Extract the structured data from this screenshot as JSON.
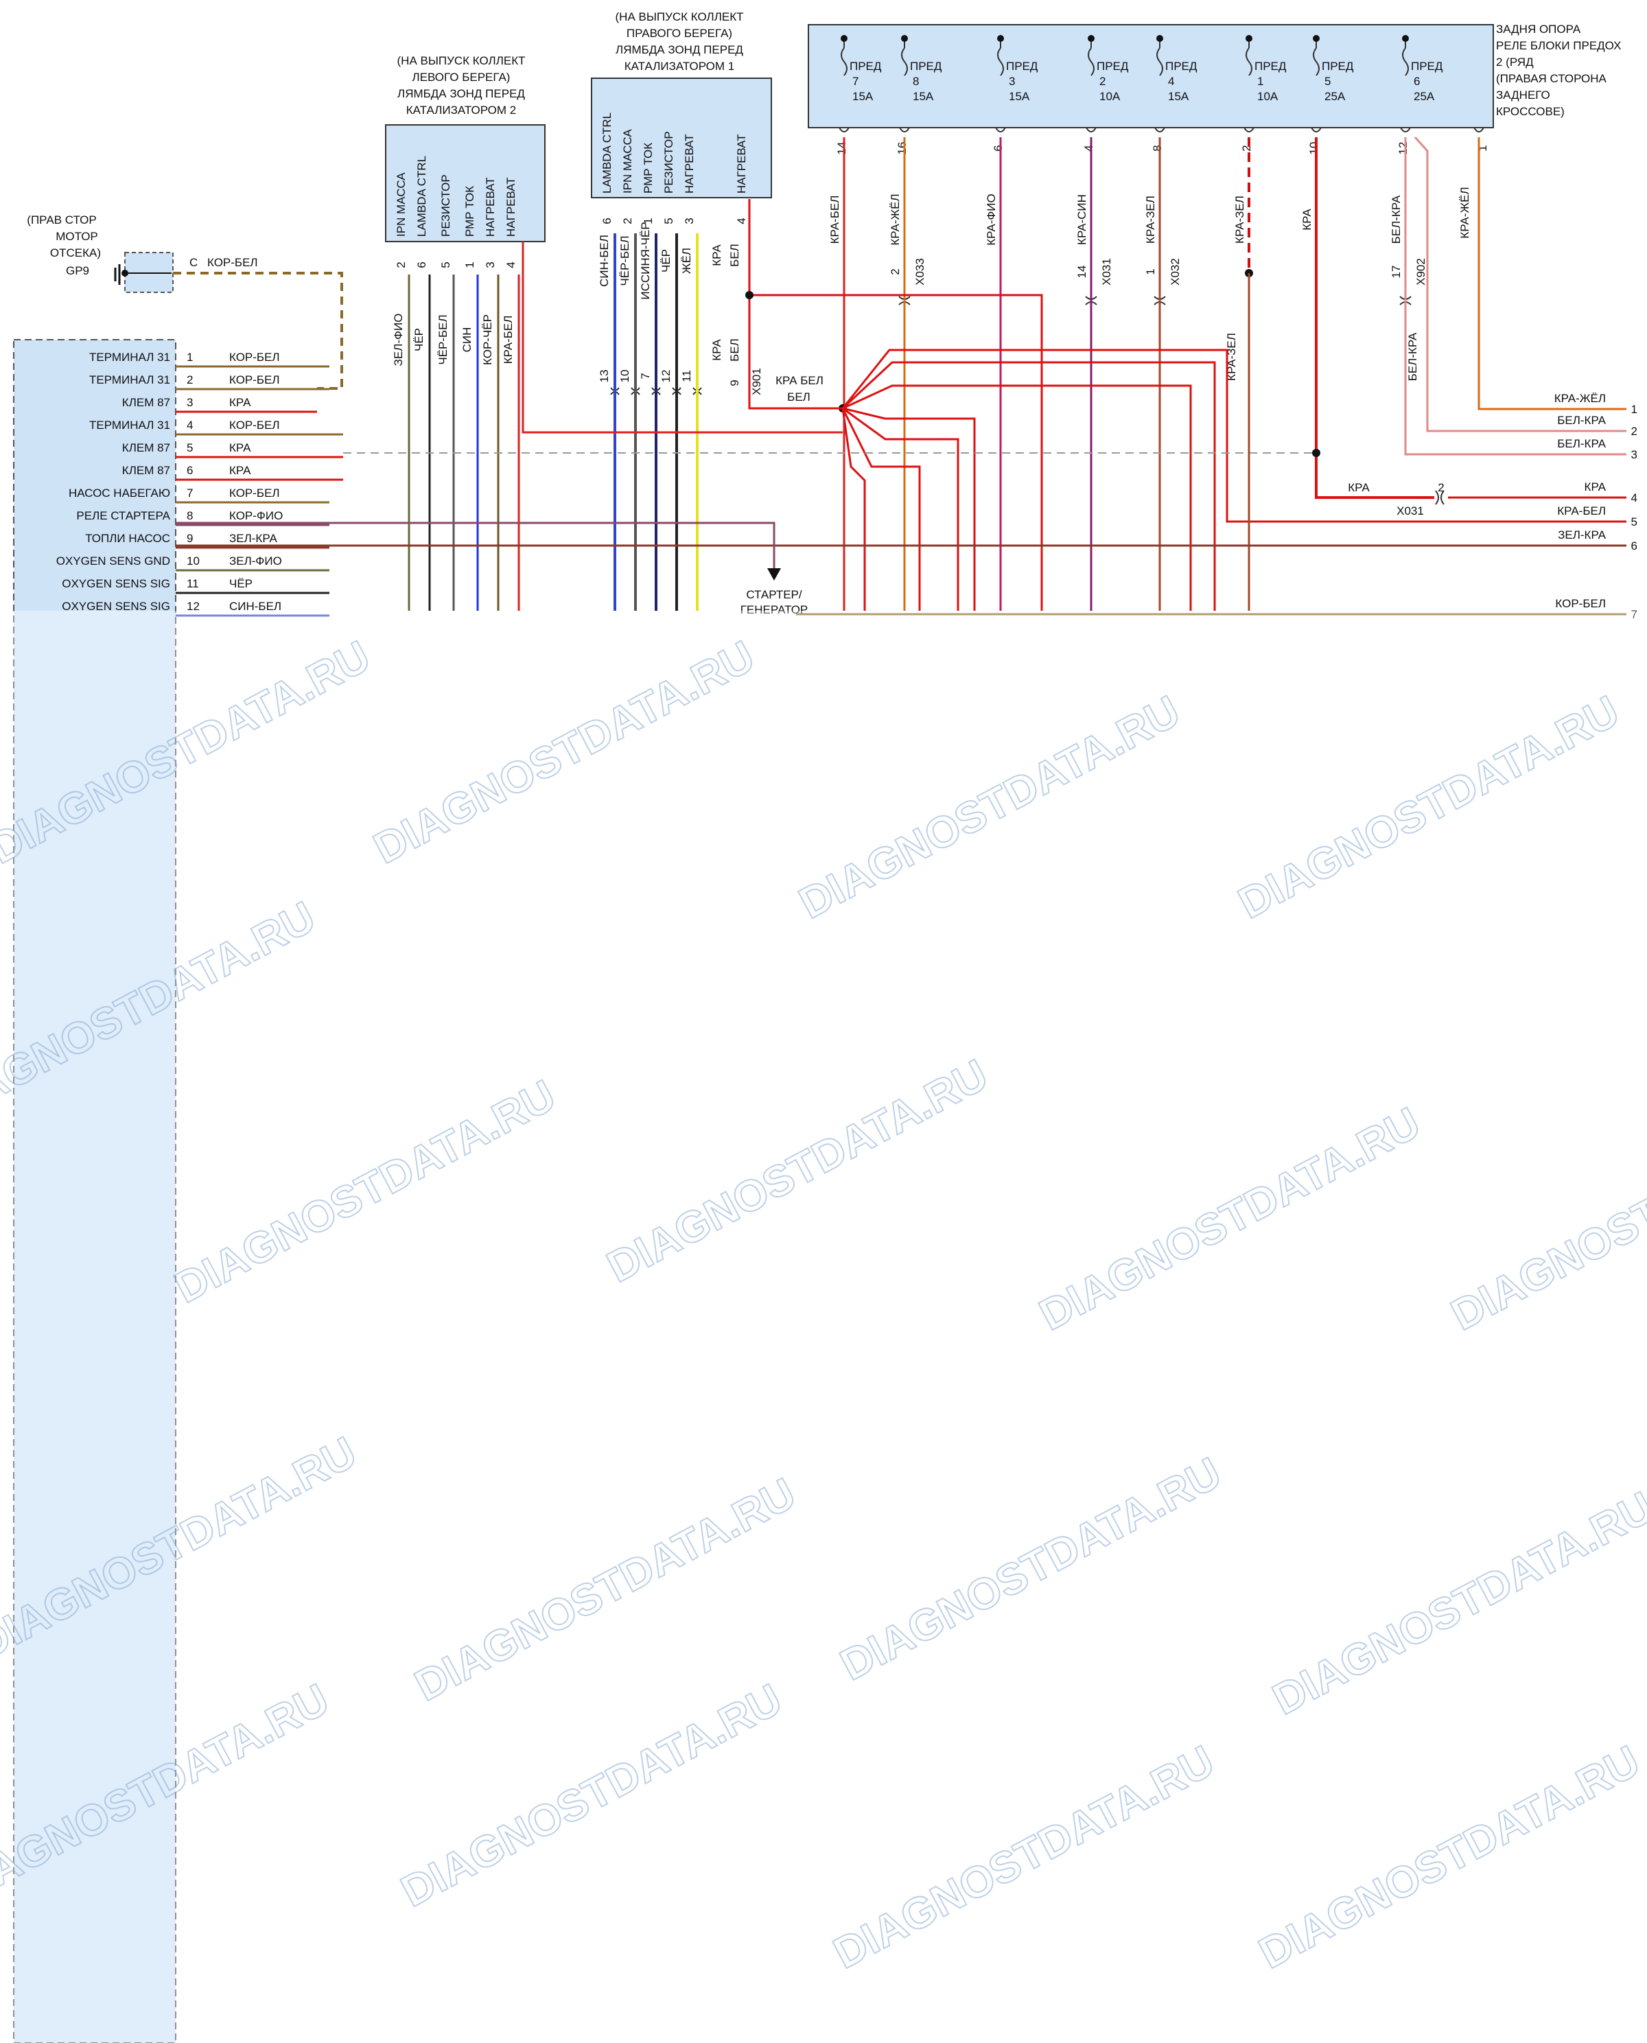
{
  "ground": {
    "line1": "(ПРАВ СТОР",
    "line2": "МОТОР",
    "line3": "ОТСЕКА)",
    "id": "GP9",
    "pin": "C",
    "wire": "КОР-БЕЛ"
  },
  "left_connector": {
    "pins": [
      {
        "name": "ТЕРМИНАЛ 31",
        "num": "1",
        "wire": "КОР-БЕЛ",
        "color": "#8a6a2a"
      },
      {
        "name": "ТЕРМИНАЛ 31",
        "num": "2",
        "wire": "КОР-БЕЛ",
        "color": "#8a6a2a"
      },
      {
        "name": "КЛЕМ 87",
        "num": "3",
        "wire": "КРА",
        "color": "#dd1111"
      },
      {
        "name": "ТЕРМИНАЛ 31",
        "num": "4",
        "wire": "КОР-БЕЛ",
        "color": "#8a6a2a"
      },
      {
        "name": "КЛЕМ 87",
        "num": "5",
        "wire": "КРА",
        "color": "#dd1111"
      },
      {
        "name": "КЛЕМ 87",
        "num": "6",
        "wire": "КРА",
        "color": "#dd1111"
      },
      {
        "name": "НАСОС НАБЕГАЮ",
        "num": "7",
        "wire": "КОР-БЕЛ",
        "color": "#8a6a2a"
      },
      {
        "name": "РЕЛЕ СТАРТЕРА",
        "num": "8",
        "wire": "КОР-ФИО",
        "color": "#8a4a6a"
      },
      {
        "name": "ТОПЛИ НАСОС",
        "num": "9",
        "wire": "ЗЕЛ-КРА",
        "color": "#8a3a2a"
      },
      {
        "name": "OXYGEN SENS GND",
        "num": "10",
        "wire": "ЗЕЛ-ФИО",
        "color": "#6a6a3a"
      },
      {
        "name": "OXYGEN SENS SIG",
        "num": "11",
        "wire": "ЧЁР",
        "color": "#222222"
      },
      {
        "name": "OXYGEN SENS SIG",
        "num": "12",
        "wire": "СИН-БЕЛ",
        "color": "#3344cc"
      }
    ]
  },
  "sensor2": {
    "title_lines": [
      "(НА ВЫПУСК КОЛЛЕКТ",
      "ЛЕВОГО БЕРЕГА)",
      "ЛЯМБДА ЗОНД ПЕРЕД",
      "КАТАЛИЗАТОРОМ 2"
    ],
    "pins": [
      {
        "label": "IPN МАССА",
        "num": "2",
        "wire": "ЗЕЛ-ФИО",
        "color": "#6a6a3a"
      },
      {
        "label": "LAMBDA CTRL",
        "num": "6",
        "wire": "ЧЁР",
        "color": "#222222"
      },
      {
        "label": "РЕЗИСТОР",
        "num": "5",
        "wire": "ЧЁР-БЕЛ",
        "color": "#555555"
      },
      {
        "label": "РМР ТОК",
        "num": "1",
        "wire": "СИН",
        "color": "#2233dd"
      },
      {
        "label": "НАГРЕВАТ",
        "num": "3",
        "wire": "КОР-ЧЁР",
        "color": "#6a5a2a"
      },
      {
        "label": "НАГРЕВАТ",
        "num": "4",
        "wire": "КРА-БЕЛ",
        "color": "#dd2222"
      }
    ]
  },
  "sensor1": {
    "title_lines": [
      "(НА ВЫПУСК КОЛЛЕКТ",
      "ПРАВОГО БЕРЕГА)",
      "ЛЯМБДА ЗОНД ПЕРЕД",
      "КАТАЛИЗАТОРОМ 1"
    ],
    "pins": [
      {
        "label": "LAMBDA CTRL",
        "num": "6",
        "wire": "СИН-БЕЛ",
        "color": "#3344cc",
        "xnum": "13"
      },
      {
        "label": "IPN МАССА",
        "num": "2",
        "wire": "ЧЁР-БЕЛ",
        "color": "#555555",
        "xnum": "10"
      },
      {
        "label": "РМР ТОК",
        "num": "1",
        "wire": "ИССИНЯ-ЧЁР",
        "color": "#222266",
        "xnum": "7"
      },
      {
        "label": "РЕЗИСТОР",
        "num": "5",
        "wire": "ЧЁР",
        "color": "#222222",
        "xnum": "12"
      },
      {
        "label": "НАГРЕВАТ",
        "num": "3",
        "wire": "ЖЁЛ",
        "color": "#e8e020",
        "xnum": "11"
      },
      {
        "label": "НАГРЕВАТ",
        "num": "4",
        "wire": "КРА БЕЛ",
        "color": "#dd1111",
        "xnum": "9"
      }
    ],
    "x901_wire": "КРА БЕЛ",
    "x901": "X901",
    "splice_wire": "КРА БЕЛ"
  },
  "fusebox": {
    "title_lines": [
      "ЗАДНЯ ОПОРА",
      "РЕЛЕ БЛОКИ ПРЕДОХ",
      "2 (РЯД",
      "(ПРАВАЯ СТОРОНА",
      "ЗАДНЕГО",
      "КРОССОВЕ)"
    ],
    "fuses": [
      {
        "pred": "ПРЕД",
        "n": "7",
        "amp": "15A",
        "pin": "14",
        "wire": "КРА-БЕЛ",
        "color": "#dd2222"
      },
      {
        "pred": "ПРЕД",
        "n": "8",
        "amp": "15A",
        "pin": "16",
        "wire": "КРА-ЖЁЛ",
        "color": "#dd6a11",
        "x": "X033",
        "xpin": "2"
      },
      {
        "pred": "ПРЕД",
        "n": "3",
        "amp": "15A",
        "pin": "6",
        "wire": "КРА-ФИО",
        "color": "#c41a5a"
      },
      {
        "pred": "ПРЕД",
        "n": "2",
        "amp": "10A",
        "pin": "4",
        "wire": "КРА-СИН",
        "color": "#8a1a6a",
        "x": "X031",
        "xpin": "14"
      },
      {
        "pred": "ПРЕД",
        "n": "4",
        "amp": "15A",
        "pin": "8",
        "wire": "КРА-ЗЕЛ",
        "color": "#a24a2a",
        "x": "X032",
        "xpin": "1"
      },
      {
        "pred": "ПРЕД",
        "n": "1",
        "amp": "10A",
        "pin": "2",
        "wire": "КРА-ЗЕЛ",
        "color": "#cc1111"
      },
      {
        "pred": "ПРЕД",
        "n": "5",
        "amp": "25A",
        "pin": "10",
        "wire": "КРА",
        "color": "#dd1111"
      },
      {
        "pred": "ПРЕД",
        "n": "6",
        "amp": "25A",
        "pin": "12",
        "wire": "БЕЛ-КРА",
        "color": "#e08a8a",
        "x": "X902",
        "xpin": "17"
      }
    ],
    "extra_pin": {
      "pin": "1",
      "wire": "КРА-ЖЁЛ"
    },
    "x902_wire": "БЕЛ-КРА",
    "kra_zel_lower": "КРА-ЗЕЛ"
  },
  "right_outputs": [
    {
      "num": "1",
      "wire": "КРА-ЖЁЛ"
    },
    {
      "num": "2",
      "wire": "БЕЛ-КРА"
    },
    {
      "num": "3",
      "wire": "БЕЛ-КРА"
    },
    {
      "num": "4",
      "wire": "КРА",
      "xwire": "КРА",
      "xid": "X031",
      "xpin": "2"
    },
    {
      "num": "5",
      "wire": "КРА-БЕЛ"
    },
    {
      "num": "6",
      "wire": "ЗЕЛ-КРА"
    },
    {
      "num": "7",
      "wire": "КОР-БЕЛ"
    }
  ],
  "starter": {
    "line1": "СТАРТЕР/",
    "line2": "ГЕНЕРАТОР"
  },
  "watermark": "DIAGNOSTDATA.RU"
}
